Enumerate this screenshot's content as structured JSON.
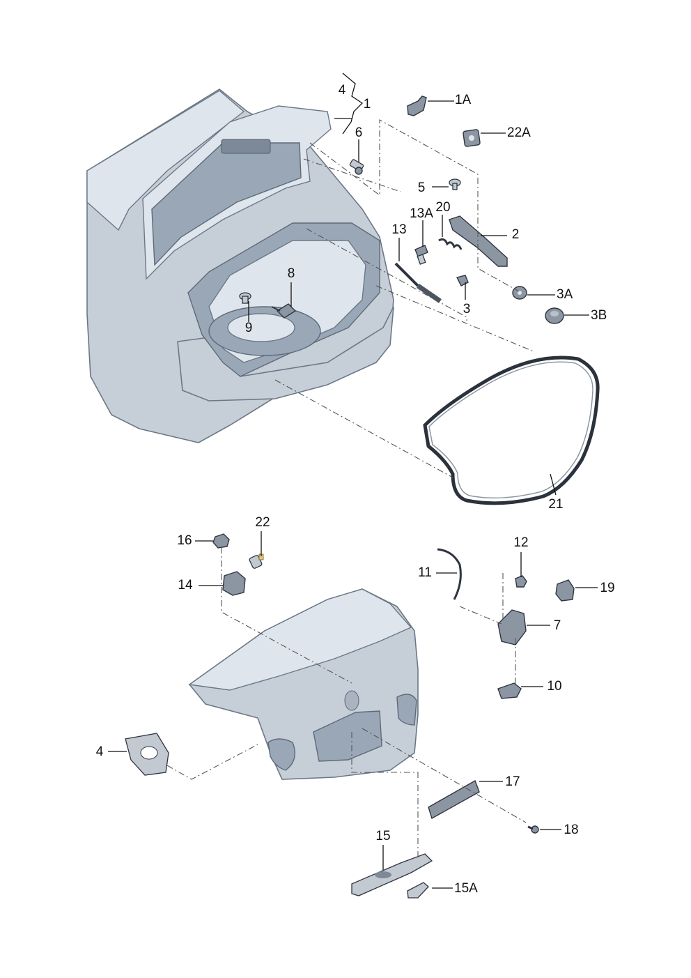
{
  "parts": [
    {
      "id": "p4a",
      "label": "4"
    },
    {
      "id": "p1",
      "label": "1"
    },
    {
      "id": "p1A",
      "label": "1A"
    },
    {
      "id": "p6",
      "label": "6"
    },
    {
      "id": "p22A",
      "label": "22A"
    },
    {
      "id": "p5",
      "label": "5"
    },
    {
      "id": "p13A",
      "label": "13A"
    },
    {
      "id": "p20",
      "label": "20"
    },
    {
      "id": "p13",
      "label": "13"
    },
    {
      "id": "p2",
      "label": "2"
    },
    {
      "id": "p8",
      "label": "8"
    },
    {
      "id": "p3A",
      "label": "3A"
    },
    {
      "id": "p3",
      "label": "3"
    },
    {
      "id": "p3B",
      "label": "3B"
    },
    {
      "id": "p9",
      "label": "9"
    },
    {
      "id": "p21",
      "label": "21"
    },
    {
      "id": "p22",
      "label": "22"
    },
    {
      "id": "p16",
      "label": "16"
    },
    {
      "id": "p12",
      "label": "12"
    },
    {
      "id": "p14",
      "label": "14"
    },
    {
      "id": "p11",
      "label": "11"
    },
    {
      "id": "p19",
      "label": "19"
    },
    {
      "id": "p7",
      "label": "7"
    },
    {
      "id": "p10",
      "label": "10"
    },
    {
      "id": "p4b",
      "label": "4"
    },
    {
      "id": "p17",
      "label": "17"
    },
    {
      "id": "p18",
      "label": "18"
    },
    {
      "id": "p15",
      "label": "15"
    },
    {
      "id": "p15A",
      "label": "15A"
    }
  ],
  "colors": {
    "car_body": "#c6ced8",
    "part_dark": "#8c96a2",
    "line": "#111111"
  }
}
